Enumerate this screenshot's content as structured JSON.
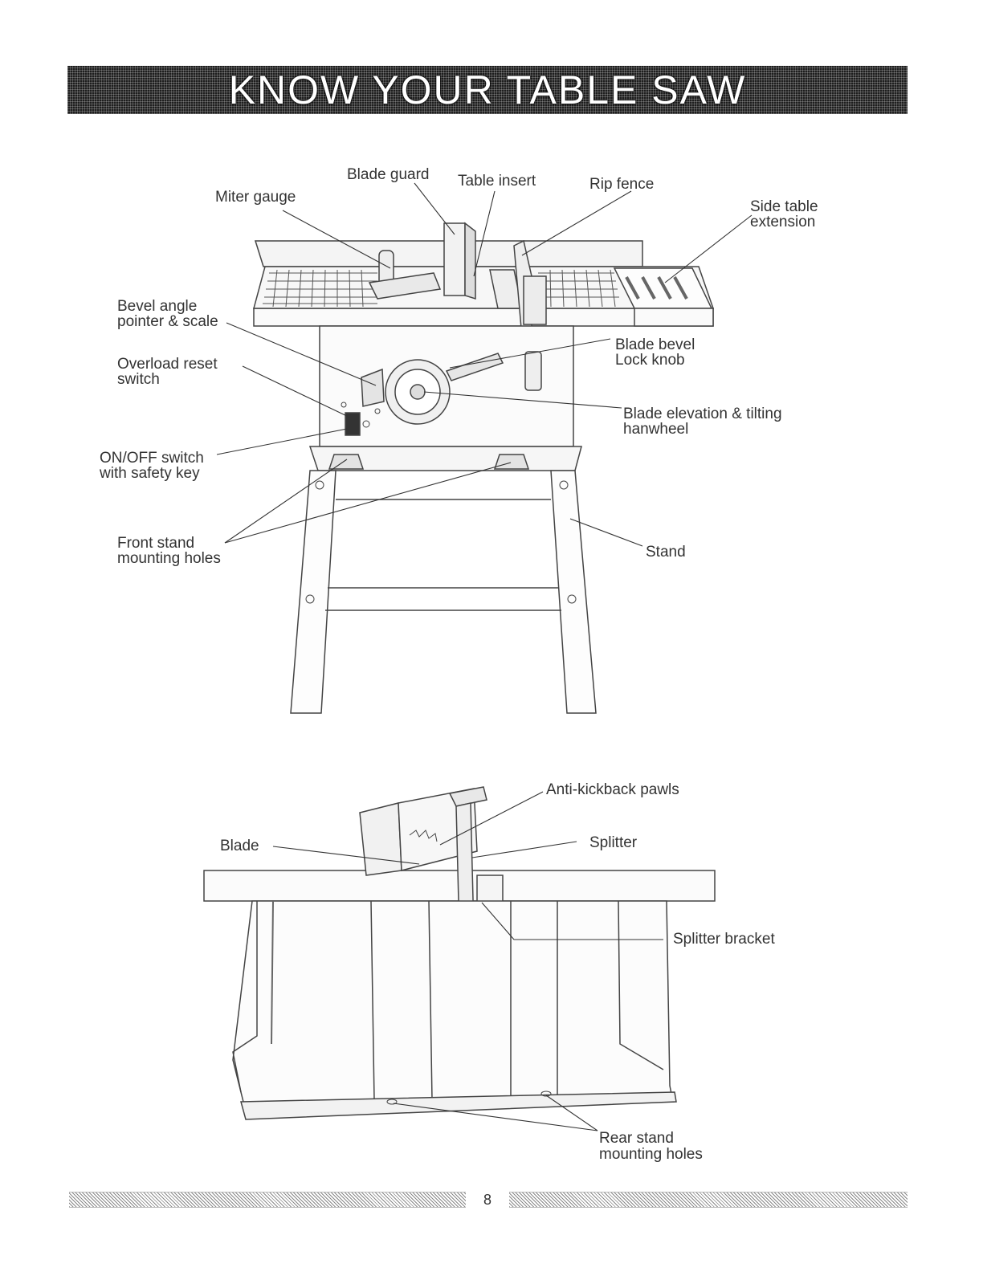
{
  "header": {
    "title": "KNOW YOUR TABLE SAW"
  },
  "figure_top": {
    "labels": {
      "miter_gauge": "Miter gauge",
      "blade_guard": "Blade guard",
      "table_insert": "Table insert",
      "rip_fence": "Rip fence",
      "side_table_extension_1": "Side table",
      "side_table_extension_2": "extension",
      "bevel_angle_1": "Bevel angle",
      "bevel_angle_2": "pointer & scale",
      "overload_reset_1": "Overload reset",
      "overload_reset_2": "switch",
      "blade_bevel_1": "Blade bevel",
      "blade_bevel_2": "Lock knob",
      "blade_elevation_1": "Blade elevation & tilting",
      "blade_elevation_2": "hanwheel",
      "onoff_1": "ON/OFF switch",
      "onoff_2": "with safety key",
      "front_stand_1": "Front stand",
      "front_stand_2": "mounting holes",
      "stand": "Stand"
    }
  },
  "figure_bottom": {
    "labels": {
      "anti_kickback": "Anti-kickback pawls",
      "blade": "Blade",
      "splitter": "Splitter",
      "splitter_bracket": "Splitter bracket",
      "rear_stand_1": "Rear stand",
      "rear_stand_2": "mounting holes"
    }
  },
  "footer": {
    "page_number": "8"
  }
}
